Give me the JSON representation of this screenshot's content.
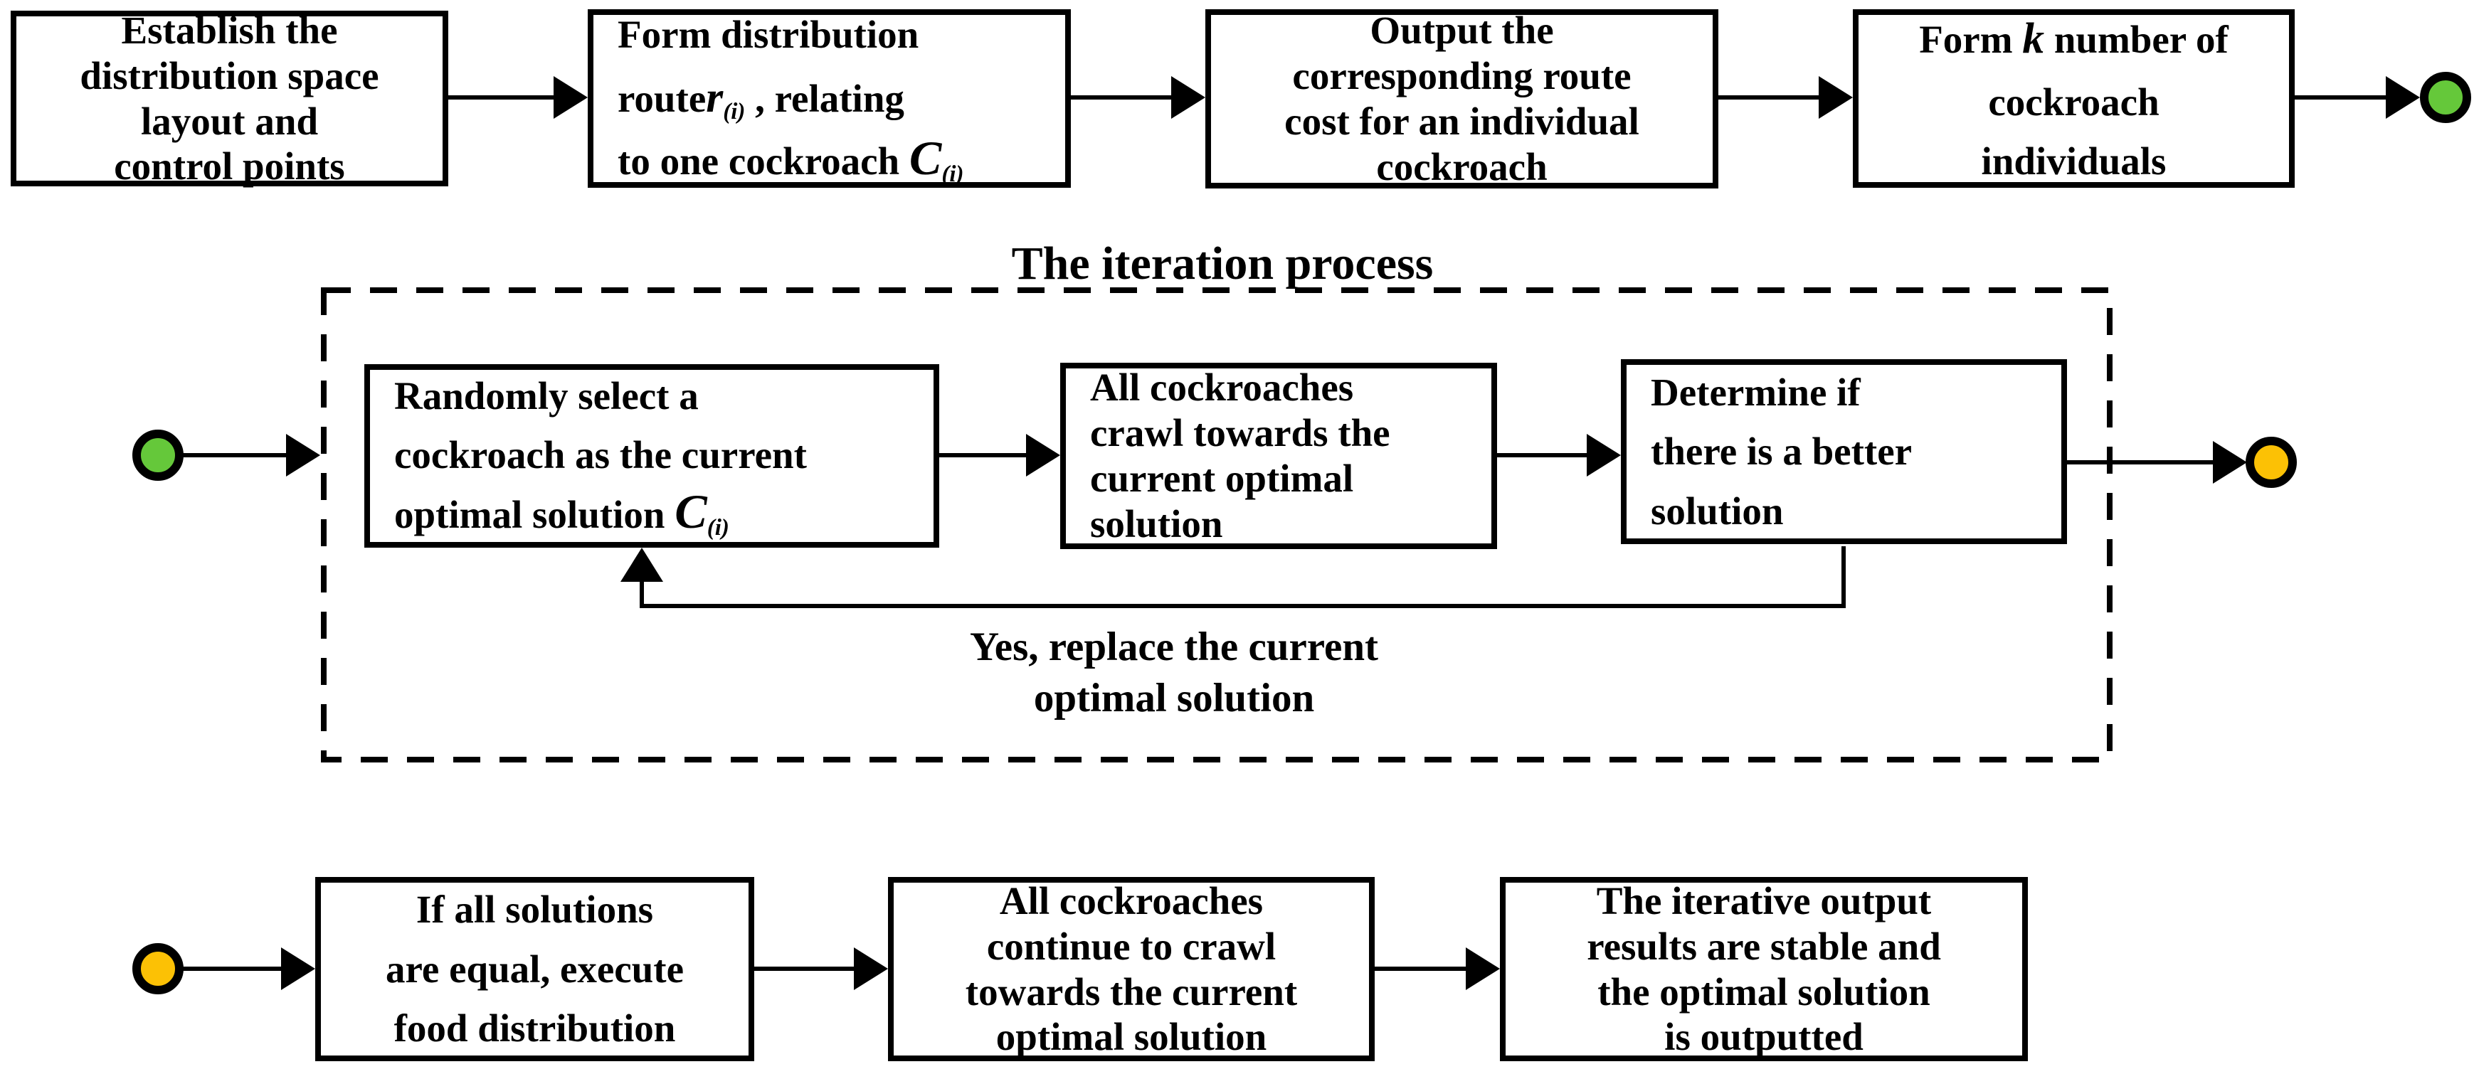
{
  "labels": {
    "title": "The iteration process",
    "feedback": [
      "Yes, replace the current",
      "optimal solution"
    ]
  },
  "colors": {
    "node_green": "#65c83a",
    "node_orange": "#fcc105",
    "ink": "#000000"
  },
  "boxes": {
    "establish": {
      "lines": [
        [
          "Establish the"
        ],
        [
          "distribution space"
        ],
        [
          "layout and"
        ],
        [
          "control points"
        ]
      ]
    },
    "form_route": {
      "lines": [
        [
          "Form distribution"
        ],
        [
          "route",
          {
            "style": "mathvar",
            "text": "r"
          },
          {
            "style": "sub",
            "text": "(i)"
          },
          " , relating"
        ],
        [
          "to one cockroach ",
          {
            "style": "mathcap",
            "text": "C"
          },
          {
            "style": "sub",
            "text": "(i)"
          }
        ]
      ]
    },
    "output_cost": {
      "lines": [
        [
          "Output the"
        ],
        [
          "corresponding route"
        ],
        [
          "cost for an individual"
        ],
        [
          "cockroach"
        ]
      ]
    },
    "form_k": {
      "lines": [
        [
          "Form ",
          {
            "style": "mathvar",
            "text": "k"
          },
          " number of"
        ],
        [
          "cockroach"
        ],
        [
          "individuals"
        ]
      ]
    },
    "random_select": {
      "lines": [
        [
          "Randomly select a"
        ],
        [
          "cockroach as the current"
        ],
        [
          "optimal solution ",
          {
            "style": "mathcap",
            "text": "C"
          },
          {
            "style": "sub",
            "text": "(i)"
          }
        ]
      ]
    },
    "crawl": {
      "lines": [
        [
          "All cockroaches"
        ],
        [
          "crawl towards the"
        ],
        [
          "current optimal"
        ],
        [
          "solution"
        ]
      ]
    },
    "determine": {
      "lines": [
        [
          "Determine if"
        ],
        [
          "there is a better"
        ],
        [
          "solution"
        ]
      ]
    },
    "food_distribution": {
      "lines": [
        [
          "If all solutions"
        ],
        [
          "are equal, execute"
        ],
        [
          "food distribution"
        ]
      ]
    },
    "continue_crawl": {
      "lines": [
        [
          "All cockroaches"
        ],
        [
          "continue to crawl"
        ],
        [
          "towards the current"
        ],
        [
          "optimal solution"
        ]
      ]
    },
    "stable_output": {
      "lines": [
        [
          "The iterative output"
        ],
        [
          "results are stable and"
        ],
        [
          "the optimal solution"
        ],
        [
          "is outputted"
        ]
      ]
    }
  }
}
